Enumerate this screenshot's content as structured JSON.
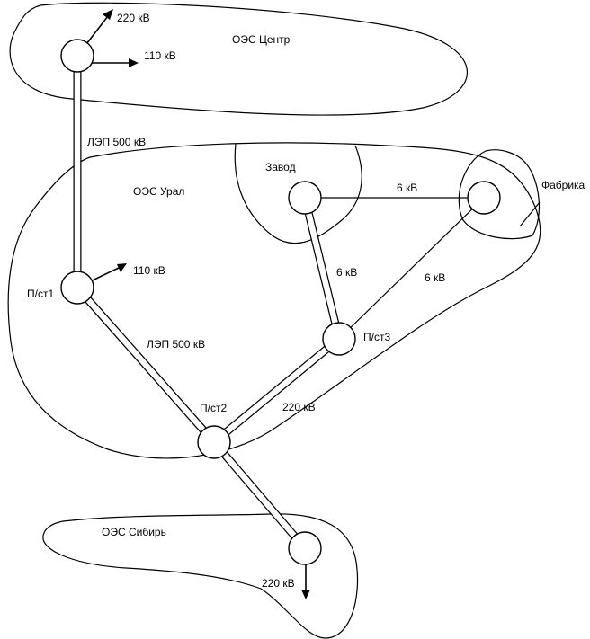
{
  "regions": {
    "center": "ОЭС Центр",
    "ural": "ОЭС Урал",
    "siberia": "ОЭС Сибирь",
    "plant": "Завод",
    "factory": "Фабрика"
  },
  "substations": {
    "ps1": "П/ст1",
    "ps2": "П/ст2",
    "ps3": "П/ст3"
  },
  "voltages": {
    "center_220": "220 кВ",
    "center_110": "110 кВ",
    "ps1_110": "110 кВ",
    "siberia_220": "220 кВ"
  },
  "lines": {
    "center_ps1": "ЛЭП 500 кВ",
    "ps1_ps2": "ЛЭП 500 кВ",
    "ps2_ps3": "220 кВ",
    "plant_ps3": "6 кВ",
    "plant_factory": "6 кВ",
    "factory_ps3": "6 кВ"
  }
}
